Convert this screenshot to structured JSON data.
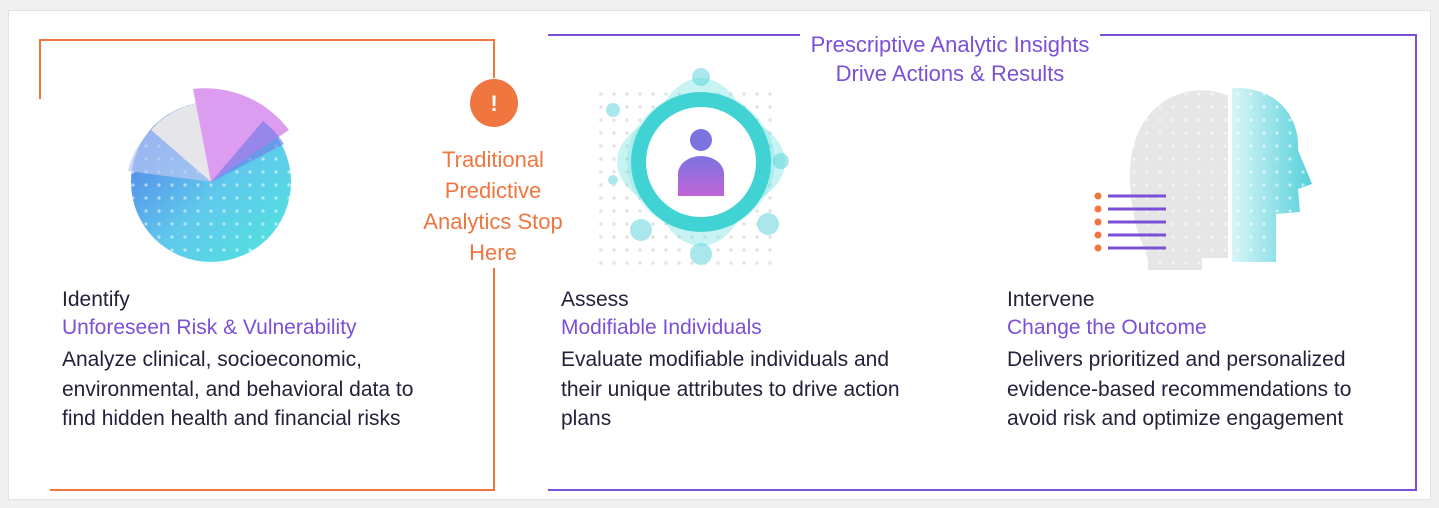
{
  "prescriptive_label": "Prescriptive Analytic Insights Drive Actions & Results",
  "traditional_label": "Traditional Predictive Analytics Stop Here",
  "alert_symbol": "!",
  "steps": [
    {
      "heading": "Identify",
      "subheading": "Unforeseen Risk & Vulnerability",
      "description": "Analyze clinical, socioeconomic, environmental, and behavioral data to find hidden health and financial risks",
      "icon": "pie-chart-icon"
    },
    {
      "heading": "Assess",
      "subheading": "Modifiable Individuals",
      "description": "Evaluate modifiable individuals and their unique attributes to drive action plans",
      "icon": "person-circle-icon"
    },
    {
      "heading": "Intervene",
      "subheading": "Change the Outcome",
      "description": "Delivers prioritized and personalized evidence-based recommendations to avoid risk and optimize engagement",
      "icon": "head-profile-icon"
    }
  ],
  "colors": {
    "orange": "#f07640",
    "purple": "#7b4fd6",
    "teal": "#45d9d6",
    "dark_text": "#25213b"
  }
}
